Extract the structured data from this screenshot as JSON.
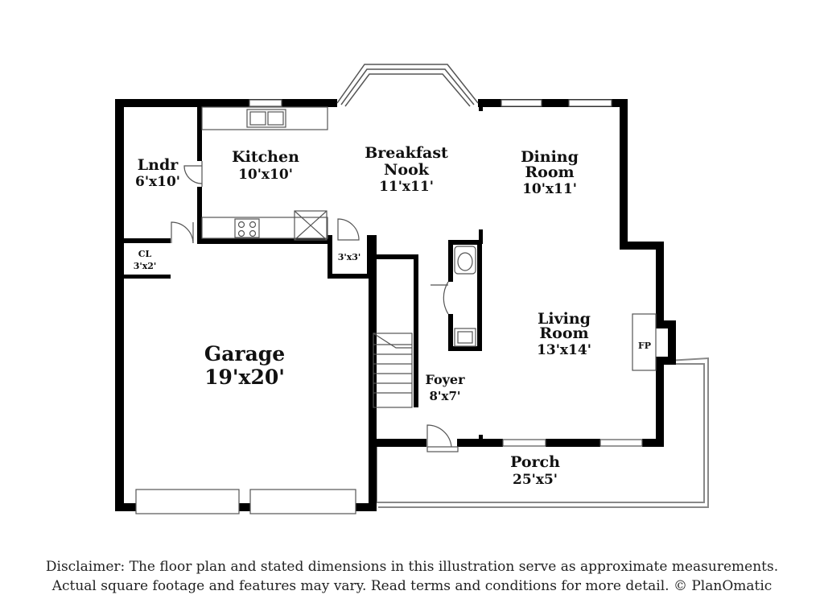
{
  "rooms": {
    "laundry": {
      "name": "Lndr",
      "dim": "6'x10'"
    },
    "kitchen": {
      "name": "Kitchen",
      "dim": "10'x10'"
    },
    "breakfast": {
      "name_line1": "Breakfast",
      "name_line2": "Nook",
      "dim": "11'x11'"
    },
    "dining": {
      "name_line1": "Dining",
      "name_line2": "Room",
      "dim": "10'x11'"
    },
    "closet": {
      "name": "CL",
      "dim": "3'x2'"
    },
    "closet2": {
      "dim": "3'x3'"
    },
    "living": {
      "name_line1": "Living",
      "name_line2": "Room",
      "dim": "13'x14'"
    },
    "fireplace": {
      "name": "FP"
    },
    "garage": {
      "name": "Garage",
      "dim": "19'x20'"
    },
    "foyer": {
      "name": "Foyer",
      "dim": "8'x7'"
    },
    "porch": {
      "name": "Porch",
      "dim": "25'x5'"
    }
  },
  "disclaimer": {
    "line1": "Disclaimer: The floor plan and stated dimensions in this illustration serve as approximate measurements.",
    "line2": "Actual square footage and features may vary. Read terms and conditions for more detail. © PlanOmatic"
  }
}
